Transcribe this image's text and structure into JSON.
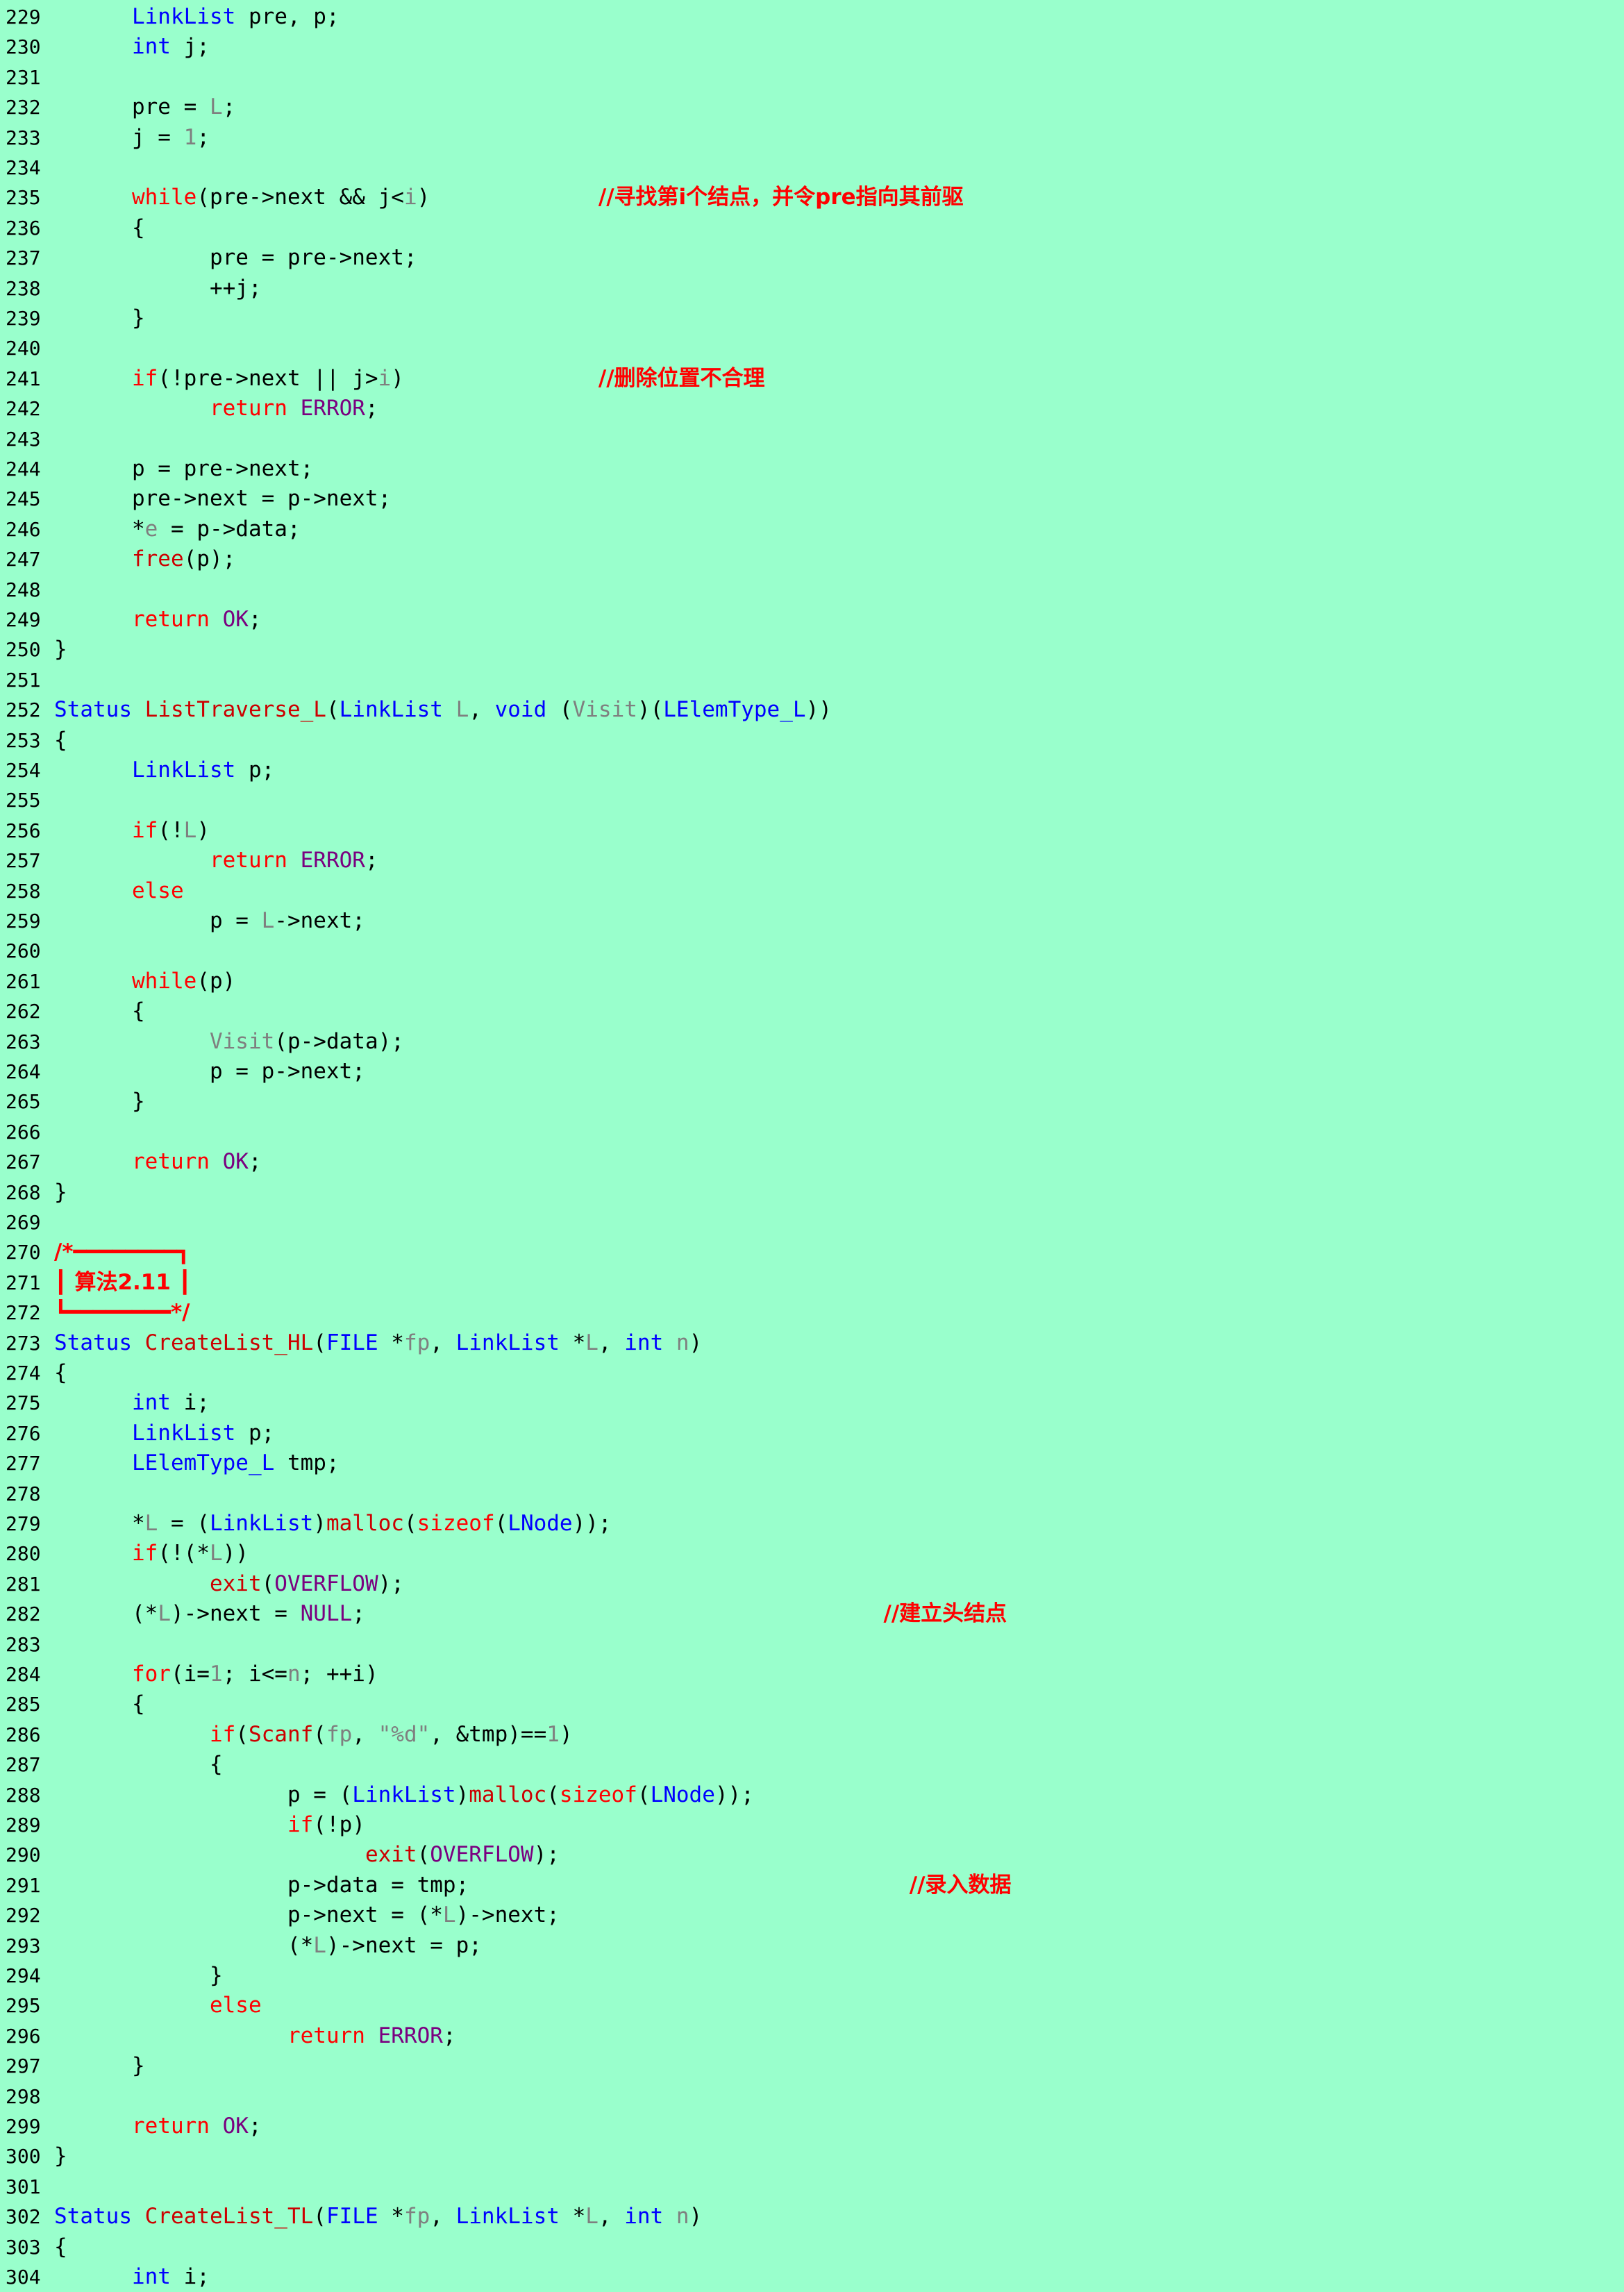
{
  "editor": {
    "background": "#99ffcc",
    "colors": {
      "keyword": "#ff0000",
      "type": "#0000ff",
      "function": "#cc0000",
      "macro": "#7a0080",
      "param": "#7f7f7f",
      "comment": "#ff0000"
    },
    "lines": [
      {
        "n": "229",
        "tokens": [
          {
            "t": "      "
          },
          {
            "t": "LinkList",
            "c": "ty"
          },
          {
            "t": " pre, p;"
          }
        ]
      },
      {
        "n": "230",
        "tokens": [
          {
            "t": "      "
          },
          {
            "t": "int",
            "c": "ty"
          },
          {
            "t": " j;"
          }
        ]
      },
      {
        "n": "231",
        "tokens": []
      },
      {
        "n": "232",
        "tokens": [
          {
            "t": "      pre = "
          },
          {
            "t": "L",
            "c": "pm"
          },
          {
            "t": ";"
          }
        ]
      },
      {
        "n": "233",
        "tokens": [
          {
            "t": "      j = "
          },
          {
            "t": "1",
            "c": "pm"
          },
          {
            "t": ";"
          }
        ]
      },
      {
        "n": "234",
        "tokens": []
      },
      {
        "n": "235",
        "tokens": [
          {
            "t": "      "
          },
          {
            "t": "while",
            "c": "kw"
          },
          {
            "t": "(pre->next && j<"
          },
          {
            "t": "i",
            "c": "pm"
          },
          {
            "t": ")             "
          },
          {
            "t": "//寻找第i个结点，并令pre指向其前驱",
            "c": "cm"
          }
        ]
      },
      {
        "n": "236",
        "tokens": [
          {
            "t": "      {"
          }
        ]
      },
      {
        "n": "237",
        "tokens": [
          {
            "t": "            pre = pre->next;"
          }
        ]
      },
      {
        "n": "238",
        "tokens": [
          {
            "t": "            ++j;"
          }
        ]
      },
      {
        "n": "239",
        "tokens": [
          {
            "t": "      }"
          }
        ]
      },
      {
        "n": "240",
        "tokens": []
      },
      {
        "n": "241",
        "tokens": [
          {
            "t": "      "
          },
          {
            "t": "if",
            "c": "kw"
          },
          {
            "t": "(!pre->next || j>"
          },
          {
            "t": "i",
            "c": "pm"
          },
          {
            "t": ")               "
          },
          {
            "t": "//删除位置不合理",
            "c": "cm"
          }
        ]
      },
      {
        "n": "242",
        "tokens": [
          {
            "t": "            "
          },
          {
            "t": "return",
            "c": "kw"
          },
          {
            "t": " "
          },
          {
            "t": "ERROR",
            "c": "mac"
          },
          {
            "t": ";"
          }
        ]
      },
      {
        "n": "243",
        "tokens": []
      },
      {
        "n": "244",
        "tokens": [
          {
            "t": "      p = pre->next;"
          }
        ]
      },
      {
        "n": "245",
        "tokens": [
          {
            "t": "      pre->next = p->next;"
          }
        ]
      },
      {
        "n": "246",
        "tokens": [
          {
            "t": "      *"
          },
          {
            "t": "e",
            "c": "pm"
          },
          {
            "t": " = p->data;"
          }
        ]
      },
      {
        "n": "247",
        "tokens": [
          {
            "t": "      "
          },
          {
            "t": "free",
            "c": "fn"
          },
          {
            "t": "(p);"
          }
        ]
      },
      {
        "n": "248",
        "tokens": []
      },
      {
        "n": "249",
        "tokens": [
          {
            "t": "      "
          },
          {
            "t": "return",
            "c": "kw"
          },
          {
            "t": " "
          },
          {
            "t": "OK",
            "c": "mac"
          },
          {
            "t": ";"
          }
        ]
      },
      {
        "n": "250",
        "tokens": [
          {
            "t": "}"
          }
        ]
      },
      {
        "n": "251",
        "tokens": []
      },
      {
        "n": "252",
        "tokens": [
          {
            "t": "Status",
            "c": "ty"
          },
          {
            "t": " "
          },
          {
            "t": "ListTraverse_L",
            "c": "fn"
          },
          {
            "t": "("
          },
          {
            "t": "LinkList",
            "c": "ty"
          },
          {
            "t": " "
          },
          {
            "t": "L",
            "c": "pm"
          },
          {
            "t": ", "
          },
          {
            "t": "void",
            "c": "ty"
          },
          {
            "t": " ("
          },
          {
            "t": "Visit",
            "c": "pm"
          },
          {
            "t": ")("
          },
          {
            "t": "LElemType_L",
            "c": "ty"
          },
          {
            "t": "))"
          }
        ]
      },
      {
        "n": "253",
        "tokens": [
          {
            "t": "{"
          }
        ]
      },
      {
        "n": "254",
        "tokens": [
          {
            "t": "      "
          },
          {
            "t": "LinkList",
            "c": "ty"
          },
          {
            "t": " p;"
          }
        ]
      },
      {
        "n": "255",
        "tokens": []
      },
      {
        "n": "256",
        "tokens": [
          {
            "t": "      "
          },
          {
            "t": "if",
            "c": "kw"
          },
          {
            "t": "(!"
          },
          {
            "t": "L",
            "c": "pm"
          },
          {
            "t": ")"
          }
        ]
      },
      {
        "n": "257",
        "tokens": [
          {
            "t": "            "
          },
          {
            "t": "return",
            "c": "kw"
          },
          {
            "t": " "
          },
          {
            "t": "ERROR",
            "c": "mac"
          },
          {
            "t": ";"
          }
        ]
      },
      {
        "n": "258",
        "tokens": [
          {
            "t": "      "
          },
          {
            "t": "else",
            "c": "kw"
          }
        ]
      },
      {
        "n": "259",
        "tokens": [
          {
            "t": "            p = "
          },
          {
            "t": "L",
            "c": "pm"
          },
          {
            "t": "->next;"
          }
        ]
      },
      {
        "n": "260",
        "tokens": []
      },
      {
        "n": "261",
        "tokens": [
          {
            "t": "      "
          },
          {
            "t": "while",
            "c": "kw"
          },
          {
            "t": "(p)"
          }
        ]
      },
      {
        "n": "262",
        "tokens": [
          {
            "t": "      {"
          }
        ]
      },
      {
        "n": "263",
        "tokens": [
          {
            "t": "            "
          },
          {
            "t": "Visit",
            "c": "pm"
          },
          {
            "t": "(p->data);"
          }
        ]
      },
      {
        "n": "264",
        "tokens": [
          {
            "t": "            p = p->next;"
          }
        ]
      },
      {
        "n": "265",
        "tokens": [
          {
            "t": "      }"
          }
        ]
      },
      {
        "n": "266",
        "tokens": []
      },
      {
        "n": "267",
        "tokens": [
          {
            "t": "      "
          },
          {
            "t": "return",
            "c": "kw"
          },
          {
            "t": " "
          },
          {
            "t": "OK",
            "c": "mac"
          },
          {
            "t": ";"
          }
        ]
      },
      {
        "n": "268",
        "tokens": [
          {
            "t": "}"
          }
        ]
      },
      {
        "n": "269",
        "tokens": []
      },
      {
        "n": "270",
        "tokens": [
          {
            "t": "/*━━━━━━━━┓",
            "c": "cm"
          }
        ]
      },
      {
        "n": "271",
        "tokens": [
          {
            "t": "┃ 算法2.11 ┃",
            "c": "cm"
          }
        ]
      },
      {
        "n": "272",
        "tokens": [
          {
            "t": "┗━━━━━━━━*/",
            "c": "cm"
          }
        ]
      },
      {
        "n": "273",
        "tokens": [
          {
            "t": "Status",
            "c": "ty"
          },
          {
            "t": " "
          },
          {
            "t": "CreateList_HL",
            "c": "fn"
          },
          {
            "t": "("
          },
          {
            "t": "FILE",
            "c": "ty"
          },
          {
            "t": " *"
          },
          {
            "t": "fp",
            "c": "pm"
          },
          {
            "t": ", "
          },
          {
            "t": "LinkList",
            "c": "ty"
          },
          {
            "t": " *"
          },
          {
            "t": "L",
            "c": "pm"
          },
          {
            "t": ", "
          },
          {
            "t": "int",
            "c": "ty"
          },
          {
            "t": " "
          },
          {
            "t": "n",
            "c": "pm"
          },
          {
            "t": ")"
          }
        ]
      },
      {
        "n": "274",
        "tokens": [
          {
            "t": "{"
          }
        ]
      },
      {
        "n": "275",
        "tokens": [
          {
            "t": "      "
          },
          {
            "t": "int",
            "c": "ty"
          },
          {
            "t": " i;"
          }
        ]
      },
      {
        "n": "276",
        "tokens": [
          {
            "t": "      "
          },
          {
            "t": "LinkList",
            "c": "ty"
          },
          {
            "t": " p;"
          }
        ]
      },
      {
        "n": "277",
        "tokens": [
          {
            "t": "      "
          },
          {
            "t": "LElemType_L",
            "c": "ty"
          },
          {
            "t": " tmp;"
          }
        ]
      },
      {
        "n": "278",
        "tokens": []
      },
      {
        "n": "279",
        "tokens": [
          {
            "t": "      *"
          },
          {
            "t": "L",
            "c": "pm"
          },
          {
            "t": " = ("
          },
          {
            "t": "LinkList",
            "c": "ty"
          },
          {
            "t": ")"
          },
          {
            "t": "malloc",
            "c": "fn"
          },
          {
            "t": "("
          },
          {
            "t": "sizeof",
            "c": "kw"
          },
          {
            "t": "("
          },
          {
            "t": "LNode",
            "c": "ty"
          },
          {
            "t": "));"
          }
        ]
      },
      {
        "n": "280",
        "tokens": [
          {
            "t": "      "
          },
          {
            "t": "if",
            "c": "kw"
          },
          {
            "t": "(!(*"
          },
          {
            "t": "L",
            "c": "pm"
          },
          {
            "t": "))"
          }
        ]
      },
      {
        "n": "281",
        "tokens": [
          {
            "t": "            "
          },
          {
            "t": "exit",
            "c": "fn"
          },
          {
            "t": "("
          },
          {
            "t": "OVERFLOW",
            "c": "mac"
          },
          {
            "t": ");"
          }
        ]
      },
      {
        "n": "282",
        "tokens": [
          {
            "t": "      (*"
          },
          {
            "t": "L",
            "c": "pm"
          },
          {
            "t": ")->next = "
          },
          {
            "t": "NULL",
            "c": "mac"
          },
          {
            "t": ";                                        "
          },
          {
            "t": "//建立头结点",
            "c": "cm"
          }
        ]
      },
      {
        "n": "283",
        "tokens": []
      },
      {
        "n": "284",
        "tokens": [
          {
            "t": "      "
          },
          {
            "t": "for",
            "c": "kw"
          },
          {
            "t": "(i="
          },
          {
            "t": "1",
            "c": "pm"
          },
          {
            "t": "; i<="
          },
          {
            "t": "n",
            "c": "pm"
          },
          {
            "t": "; ++i)"
          }
        ]
      },
      {
        "n": "285",
        "tokens": [
          {
            "t": "      {"
          }
        ]
      },
      {
        "n": "286",
        "tokens": [
          {
            "t": "            "
          },
          {
            "t": "if",
            "c": "kw"
          },
          {
            "t": "("
          },
          {
            "t": "Scanf",
            "c": "fn"
          },
          {
            "t": "("
          },
          {
            "t": "fp",
            "c": "pm"
          },
          {
            "t": ", "
          },
          {
            "t": "\"%d\"",
            "c": "pm"
          },
          {
            "t": ", &tmp)=="
          },
          {
            "t": "1",
            "c": "pm"
          },
          {
            "t": ")"
          }
        ]
      },
      {
        "n": "287",
        "tokens": [
          {
            "t": "            {"
          }
        ]
      },
      {
        "n": "288",
        "tokens": [
          {
            "t": "                  p = ("
          },
          {
            "t": "LinkList",
            "c": "ty"
          },
          {
            "t": ")"
          },
          {
            "t": "malloc",
            "c": "fn"
          },
          {
            "t": "("
          },
          {
            "t": "sizeof",
            "c": "kw"
          },
          {
            "t": "("
          },
          {
            "t": "LNode",
            "c": "ty"
          },
          {
            "t": "));"
          }
        ]
      },
      {
        "n": "289",
        "tokens": [
          {
            "t": "                  "
          },
          {
            "t": "if",
            "c": "kw"
          },
          {
            "t": "(!p)"
          }
        ]
      },
      {
        "n": "290",
        "tokens": [
          {
            "t": "                        "
          },
          {
            "t": "exit",
            "c": "fn"
          },
          {
            "t": "("
          },
          {
            "t": "OVERFLOW",
            "c": "mac"
          },
          {
            "t": ");"
          }
        ]
      },
      {
        "n": "291",
        "tokens": [
          {
            "t": "                  p->data = tmp;                                  "
          },
          {
            "t": "//录入数据",
            "c": "cm"
          }
        ]
      },
      {
        "n": "292",
        "tokens": [
          {
            "t": "                  p->next = (*"
          },
          {
            "t": "L",
            "c": "pm"
          },
          {
            "t": ")->next;"
          }
        ]
      },
      {
        "n": "293",
        "tokens": [
          {
            "t": "                  (*"
          },
          {
            "t": "L",
            "c": "pm"
          },
          {
            "t": ")->next = p;"
          }
        ]
      },
      {
        "n": "294",
        "tokens": [
          {
            "t": "            }"
          }
        ]
      },
      {
        "n": "295",
        "tokens": [
          {
            "t": "            "
          },
          {
            "t": "else",
            "c": "kw"
          }
        ]
      },
      {
        "n": "296",
        "tokens": [
          {
            "t": "                  "
          },
          {
            "t": "return",
            "c": "kw"
          },
          {
            "t": " "
          },
          {
            "t": "ERROR",
            "c": "mac"
          },
          {
            "t": ";"
          }
        ]
      },
      {
        "n": "297",
        "tokens": [
          {
            "t": "      }"
          }
        ]
      },
      {
        "n": "298",
        "tokens": []
      },
      {
        "n": "299",
        "tokens": [
          {
            "t": "      "
          },
          {
            "t": "return",
            "c": "kw"
          },
          {
            "t": " "
          },
          {
            "t": "OK",
            "c": "mac"
          },
          {
            "t": ";"
          }
        ]
      },
      {
        "n": "300",
        "tokens": [
          {
            "t": "}"
          }
        ]
      },
      {
        "n": "301",
        "tokens": []
      },
      {
        "n": "302",
        "tokens": [
          {
            "t": "Status",
            "c": "ty"
          },
          {
            "t": " "
          },
          {
            "t": "CreateList_TL",
            "c": "fn"
          },
          {
            "t": "("
          },
          {
            "t": "FILE",
            "c": "ty"
          },
          {
            "t": " *"
          },
          {
            "t": "fp",
            "c": "pm"
          },
          {
            "t": ", "
          },
          {
            "t": "LinkList",
            "c": "ty"
          },
          {
            "t": " *"
          },
          {
            "t": "L",
            "c": "pm"
          },
          {
            "t": ", "
          },
          {
            "t": "int",
            "c": "ty"
          },
          {
            "t": " "
          },
          {
            "t": "n",
            "c": "pm"
          },
          {
            "t": ")"
          }
        ]
      },
      {
        "n": "303",
        "tokens": [
          {
            "t": "{"
          }
        ]
      },
      {
        "n": "304",
        "tokens": [
          {
            "t": "      "
          },
          {
            "t": "int",
            "c": "ty"
          },
          {
            "t": " i;"
          }
        ]
      }
    ]
  }
}
